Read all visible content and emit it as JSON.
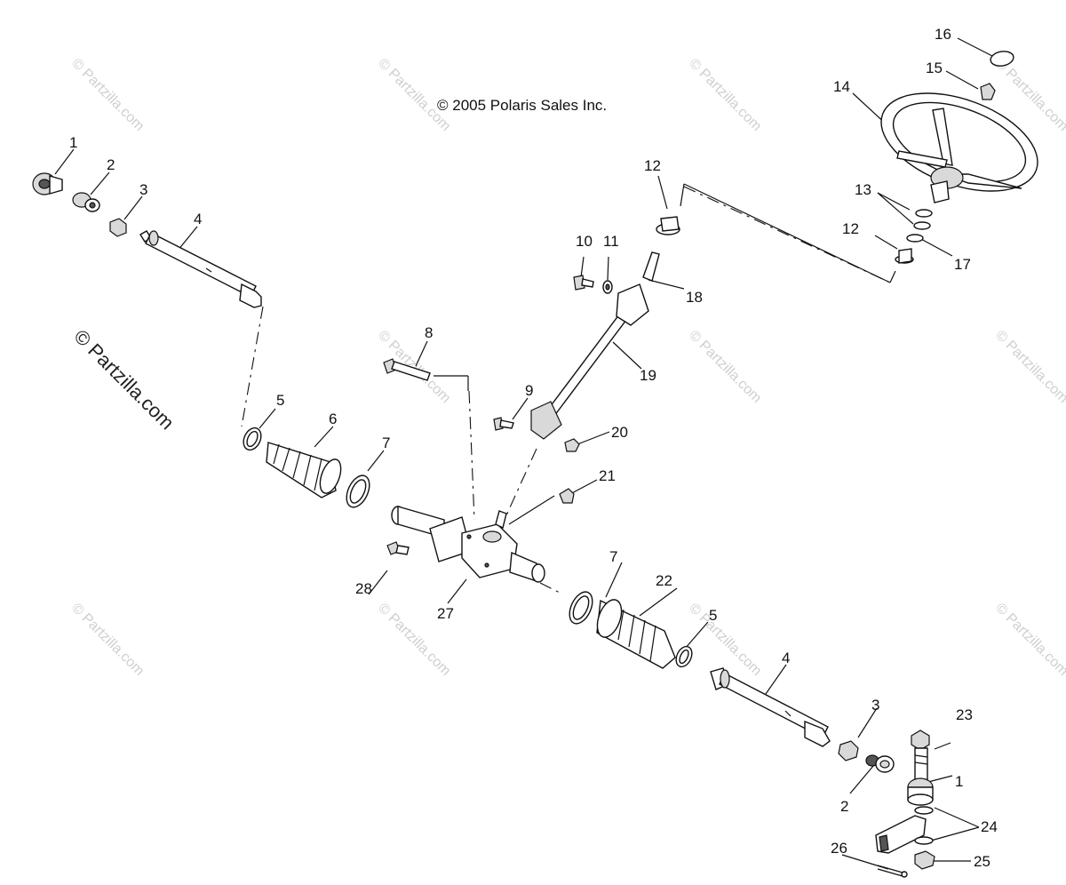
{
  "copyright": "© 2005 Polaris Sales Inc.",
  "watermark": {
    "small": "© Partzilla.com",
    "large": "© Partzilla.com"
  },
  "callouts": [
    "1",
    "2",
    "3",
    "4",
    "5",
    "6",
    "7",
    "8",
    "9",
    "10",
    "11",
    "12",
    "13",
    "14",
    "15",
    "16",
    "17",
    "18",
    "19",
    "20",
    "21",
    "22",
    "23",
    "24",
    "25",
    "26",
    "27",
    "28"
  ]
}
